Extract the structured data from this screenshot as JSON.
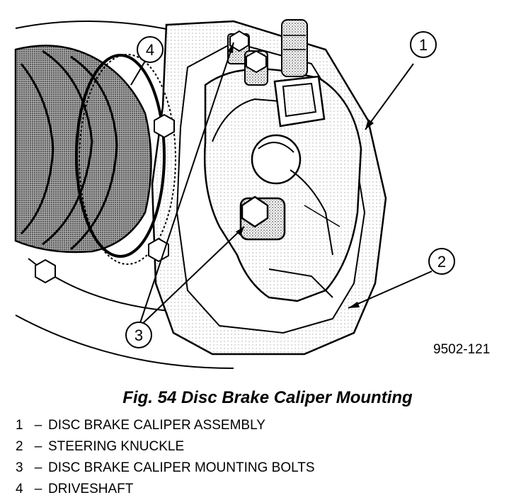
{
  "figure_code": "9502-121",
  "caption": "Fig. 54 Disc Brake Caliper Mounting",
  "callouts": [
    {
      "number": "1",
      "label": "DISC BRAKE CALIPER ASSEMBLY"
    },
    {
      "number": "2",
      "label": "STEERING KNUCKLE"
    },
    {
      "number": "3",
      "label": "DISC BRAKE CALIPER MOUNTING BOLTS"
    },
    {
      "number": "4",
      "label": "DRIVESHAFT"
    }
  ],
  "separator": "–"
}
